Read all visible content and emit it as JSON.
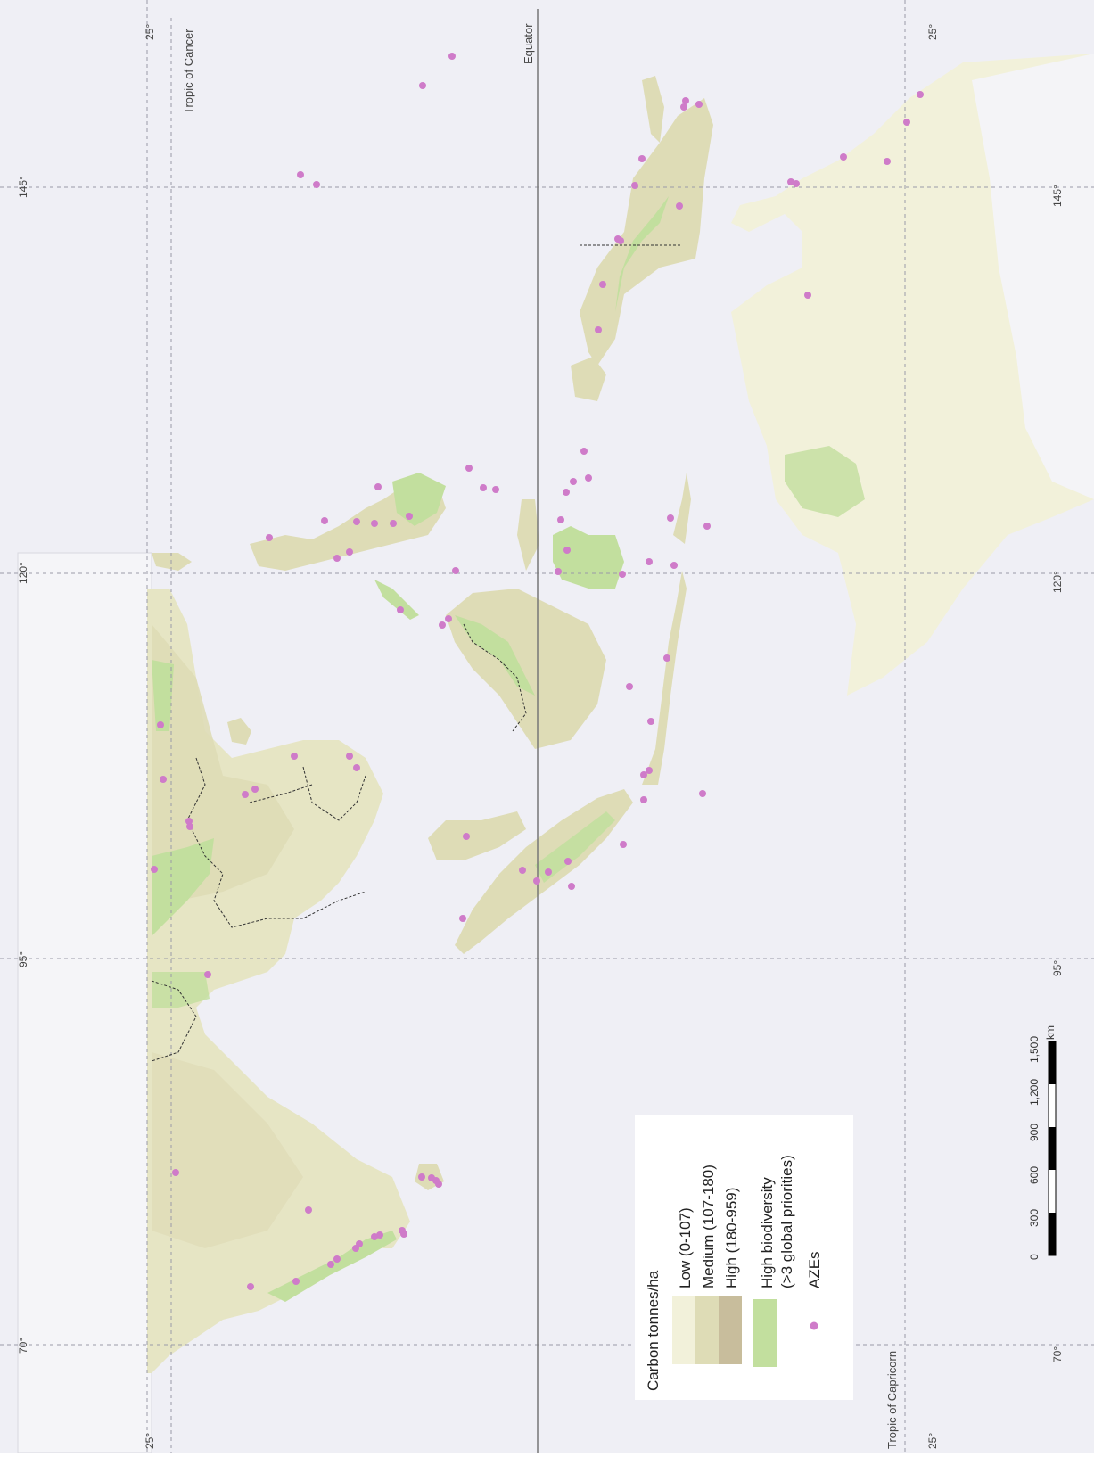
{
  "map": {
    "lines": {
      "equator": "Equator",
      "tropic_cancer": "Tropic of Cancer",
      "tropic_capricorn": "Tropic of Capricorn"
    },
    "lat_labels": {
      "north": "25°",
      "south": "25°"
    },
    "lon_labels": [
      "70°",
      "95°",
      "120°",
      "145°"
    ],
    "colors": {
      "ocean": "#efeff5",
      "land_outside": "#f4f4f7",
      "carbon_low": "#f2f1da",
      "carbon_medium": "#dedcb6",
      "carbon_high": "#c8bd9c",
      "high_biodiversity": "#c2df9e",
      "aze": "#cf7bc9",
      "border": "#333333"
    }
  },
  "legend": {
    "title": "Carbon tonnes/ha",
    "items": [
      {
        "label": "Low (0-107)",
        "color": "#f2f1da"
      },
      {
        "label": "Medium (107-180)",
        "color": "#dedcb6"
      },
      {
        "label": "High (180-959)",
        "color": "#c8bd9c"
      }
    ],
    "biodiversity_label_1": "High biodiversity",
    "biodiversity_label_2": "(>3 global priorities)",
    "aze_label": "AZEs"
  },
  "scalebar": {
    "ticks": [
      "0",
      "300",
      "600",
      "900",
      "1,200",
      "1,500"
    ],
    "unit": "km"
  }
}
